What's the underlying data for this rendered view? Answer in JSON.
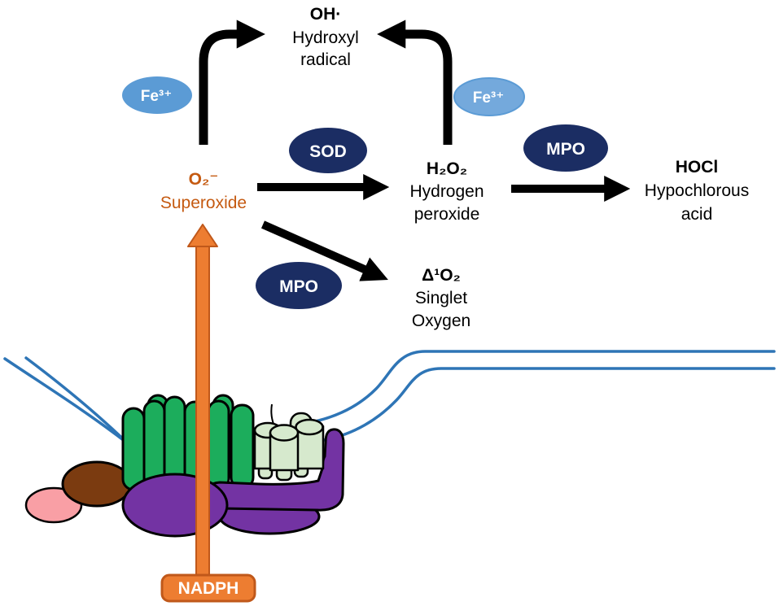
{
  "figure": {
    "type": "reactive-oxygen-species-pathway-diagram",
    "background": "#ffffff"
  },
  "colors": {
    "black": "#000000",
    "white": "#ffffff",
    "membrane_blue": "#2E75B6",
    "fe_badge_left": "#5B9BD5",
    "fe_badge_right": "#74A9DC",
    "enzyme_navy": "#1B2D63",
    "superoxide_orange": "#C55A11",
    "nadph_orange_fill": "#ED7D31",
    "nadph_orange_stroke": "#C0581A",
    "subunit_green": "#1CAD5C",
    "subunit_pale_green": "#D6E9CD",
    "subunit_purple": "#7333A3",
    "subunit_brown": "#7B3B10",
    "subunit_pink": "#F99FA5"
  },
  "species": {
    "hydroxyl_radical": {
      "formula": "OH·",
      "name_line1": "Hydroxyl",
      "name_line2": "radical"
    },
    "superoxide": {
      "formula": "O₂⁻",
      "name_line1": "Superoxide"
    },
    "hydrogen_peroxide": {
      "formula": "H₂O₂",
      "name_line1": "Hydrogen",
      "name_line2": "peroxide"
    },
    "hypochlorous_acid": {
      "formula": "HOCl",
      "name_line1": "Hypochlorous",
      "name_line2": "acid"
    },
    "singlet_oxygen": {
      "formula": "Δ¹O₂",
      "name_line1": "Singlet",
      "name_line2": "Oxygen"
    },
    "nadph": {
      "label": "NADPH"
    }
  },
  "catalysts": {
    "fe3_left": "Fe³⁺",
    "fe3_right": "Fe³⁺",
    "sod": "SOD",
    "mpo_top": "MPO",
    "mpo_bottom": "MPO"
  },
  "reactions": [
    {
      "from": "O₂⁻",
      "to": "OH·",
      "catalyst": "Fe³⁺"
    },
    {
      "from": "H₂O₂",
      "to": "OH·",
      "catalyst": "Fe³⁺"
    },
    {
      "from": "O₂⁻",
      "to": "H₂O₂",
      "catalyst": "SOD"
    },
    {
      "from": "H₂O₂",
      "to": "HOCl",
      "catalyst": "MPO"
    },
    {
      "from": "O₂⁻",
      "to": "Δ¹O₂",
      "catalyst": "MPO"
    },
    {
      "from": "NADPH",
      "to": "O₂⁻"
    }
  ]
}
